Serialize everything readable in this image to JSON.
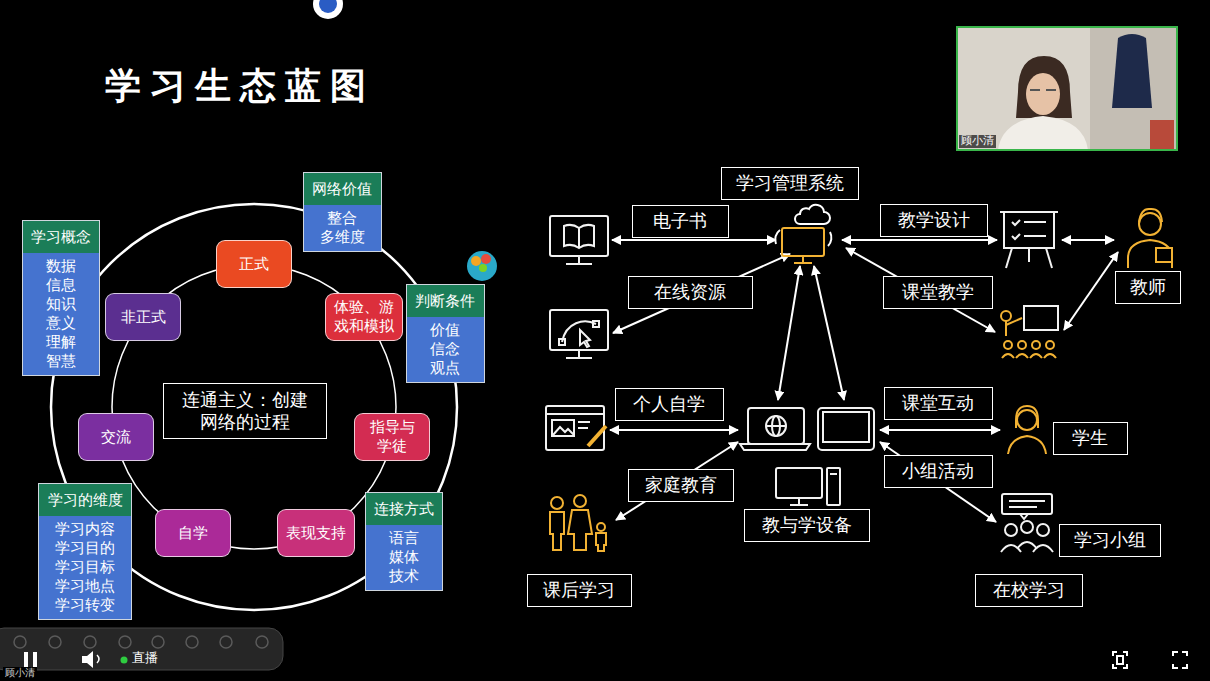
{
  "diagram": {
    "title": "学习生态蓝图",
    "nodes": [
      {
        "text": [
          "网络价值",
          "整合 多维度"
        ]
      },
      {
        "text": [
          "学习概念",
          "数据 信息 知识 意义 理解 智慧"
        ]
      },
      {
        "text": [
          "正式"
        ]
      },
      {
        "text": [
          "非正式"
        ]
      },
      {
        "text": [
          "体验、游 戏和模拟"
        ]
      },
      {
        "text": [
          "判断条件",
          "价值 信念 观点"
        ]
      },
      {
        "text": [
          "连通主义：创建 网络的过程"
        ]
      },
      {
        "text": [
          "交流"
        ]
      },
      {
        "text": [
          "指导与 学徒"
        ]
      },
      {
        "text": [
          "学习的维度",
          "学习内容 学习目的 学习目标 学习地点 学习转变"
        ]
      },
      {
        "text": [
          "自学"
        ]
      },
      {
        "text": [
          "表现支持"
        ]
      },
      {
        "text": [
          "连接方式",
          "语言 媒体 技术"
        ]
      },
      {
        "text": [
          "学习管理系统"
        ]
      },
      {
        "text": [
          "电子书"
        ]
      },
      {
        "text": [
          "教学设计"
        ]
      },
      {
        "text": [
          "教师"
        ]
      },
      {
        "text": [
          "在线资源"
        ]
      },
      {
        "text": [
          "课堂教学"
        ]
      },
      {
        "text": [
          "个人自学"
        ]
      },
      {
        "text": [
          "课堂互动"
        ]
      },
      {
        "text": [
          "学生"
        ]
      },
      {
        "text": [
          "家庭教育"
        ]
      },
      {
        "text": [
          "小组活动"
        ]
      },
      {
        "text": [
          "教与学设备"
        ]
      },
      {
        "text": [
          "学习小组"
        ]
      },
      {
        "text": [
          "课后学习"
        ]
      },
      {
        "text": [
          "在校学习"
        ]
      }
    ],
    "labels": [
      "顾小清",
      "直播",
      "顾小清"
    ]
  }
}
